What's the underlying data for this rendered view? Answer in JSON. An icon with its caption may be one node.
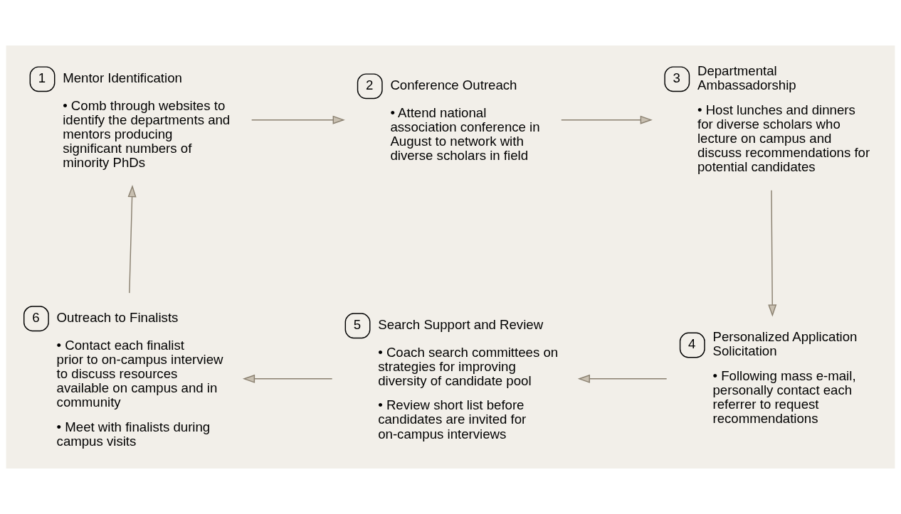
{
  "diagram": {
    "nodes": [
      {
        "text": [
          "1",
          "Mentor Identification",
          "• Comb through websites to identify the departments and mentors producing significant numbers of minority PhDs"
        ]
      },
      {
        "text": [
          "2",
          "Conference Outreach",
          "• Attend national association conference in August to network with diverse scholars in field"
        ]
      },
      {
        "text": [
          "3",
          "Departmental Ambassadorship",
          "• Host lunches and dinners for diverse scholars who lecture on campus and discuss recommendations for potential candidates"
        ]
      },
      {
        "text": [
          "4",
          "Personalized Application Solicitation",
          "• Following mass e-mail, personally contact each referrer to request recommendations"
        ]
      },
      {
        "text": [
          "5",
          "Search Support and Review",
          "• Coach search committees on strategies for improving diversity of candidate pool",
          "• Review short list before candidates are invited for on-campus interviews"
        ]
      },
      {
        "text": [
          "6",
          "Outreach to Finalists",
          "• Contact each finalist prior to on-campus interview to discuss resources available on campus and in community",
          "• Meet with finalists during campus visits"
        ]
      }
    ],
    "edges": [
      {
        "from": 0,
        "to": 1,
        "arrow": "to"
      },
      {
        "from": 1,
        "to": 2,
        "arrow": "to"
      },
      {
        "from": 2,
        "to": 3,
        "arrow": "to"
      },
      {
        "from": 3,
        "to": 4,
        "arrow": "to"
      },
      {
        "from": 4,
        "to": 5,
        "arrow": "to"
      },
      {
        "from": 5,
        "to": 0,
        "arrow": "to"
      }
    ]
  }
}
